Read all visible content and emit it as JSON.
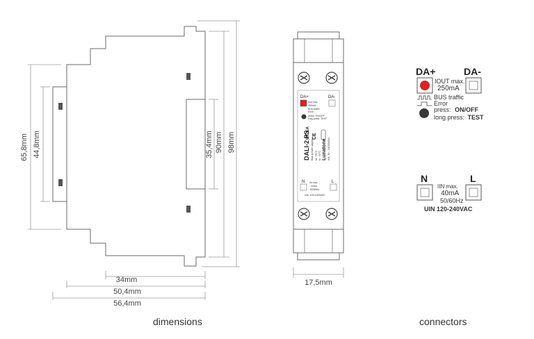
{
  "side_view": {
    "dimensions": {
      "height_front": "65,8mm",
      "height_face": "44,8mm",
      "height_inner": "35,4mm",
      "height_mid": "90mm",
      "height_total": "98mm",
      "depth_front": "34mm",
      "depth_mid": "50,4mm",
      "depth_total": "56,4mm"
    },
    "caption": "dimensions"
  },
  "front_view": {
    "width": "17,5mm",
    "label_da_plus": "DA+",
    "label_da_minus": "DA-",
    "iout": "Iout max.",
    "iout_value": "250mA",
    "bus_traffic": "BUS traffic",
    "error": "Error",
    "press": "press: ON/OFF",
    "long_press": "long press: TEST",
    "product": "DALI-2 PS",
    "product_sub": "Bus power supply",
    "temp_a": "ta: 70°C",
    "temp_b": "tc: 75°C",
    "brand": "Lunatone",
    "art_no": "Art.-Nr.: 24033444",
    "mark_ukca": "UK CA",
    "mark_ce": "CE",
    "n_label": "N",
    "l_label": "L",
    "iin": "Iin max.",
    "iin_value": "40mA",
    "freq": "50/60Hz",
    "uin": "Uin 120-240VAC"
  },
  "connectors": {
    "da_plus": "DA+",
    "da_minus": "DA-",
    "iout_label": "IOUT max.",
    "iout_value": "250mA",
    "bus_traffic": "BUS traffic",
    "error": "Error",
    "press_label": "press:",
    "press_value": "ON/OFF",
    "long_press_label": "long press:",
    "long_press_value": "TEST",
    "n": "N",
    "l": "L",
    "iin_label": "IIN max.",
    "iin_value": "40mA",
    "freq": "50/60Hz",
    "uin": "UIN 120-240VAC",
    "caption": "connectors"
  },
  "colors": {
    "outline": "#6a6a6a",
    "dim_line": "#9a9a9a",
    "red_led": "#e02020",
    "dark_button": "#3a3a3a"
  }
}
